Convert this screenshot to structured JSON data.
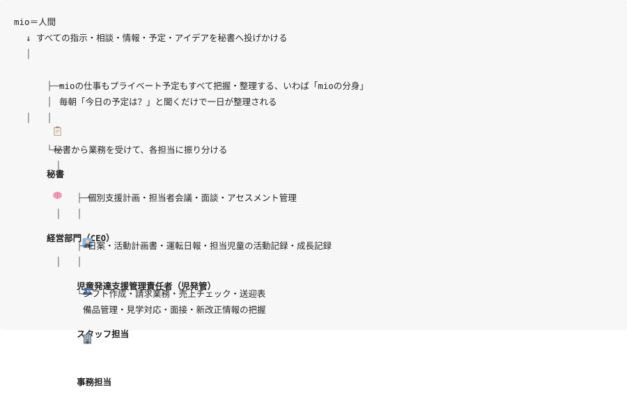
{
  "title": "mio＝人間",
  "flow_text": "↓ すべての指示・相談・情報・予定・アイデアを秘書へ投げかける",
  "connectors": {
    "vertical": "│",
    "branch": "├──",
    "last": "└──"
  },
  "secretary": {
    "icon": "clipboard-icon",
    "label": "秘書",
    "lines": [
      "mioの仕事もプライベート予定もすべて把握・整理する、いわば「mioの分身」",
      "毎朝「今日の予定は？」と聞くだけで一日が整理される"
    ]
  },
  "management": {
    "icon": "brain-icon",
    "label": "経営部門（CEO）",
    "description": "秘書から業務を受けて、各担当に振り分ける",
    "departments": [
      {
        "icon": "office-worker-icon",
        "label": "児童発達支援管理責任者（児発管）",
        "lines": [
          "個別支援計画・担当者会議・面談・アセスメント管理"
        ]
      },
      {
        "icon": "people-icon",
        "label": "スタッフ担当",
        "lines": [
          "日案・活動計画書・運転日報・担当児童の活動記録・成長記録"
        ]
      },
      {
        "icon": "building-icon",
        "label": "事務担当",
        "lines": [
          "シフト作成・請求業務・売上チェック・送迎表",
          "備品管理・見学対応・面接・新改正情報の把握"
        ]
      }
    ]
  },
  "colors": {
    "background": "#f7f7f8",
    "text": "#1f1f1f"
  }
}
